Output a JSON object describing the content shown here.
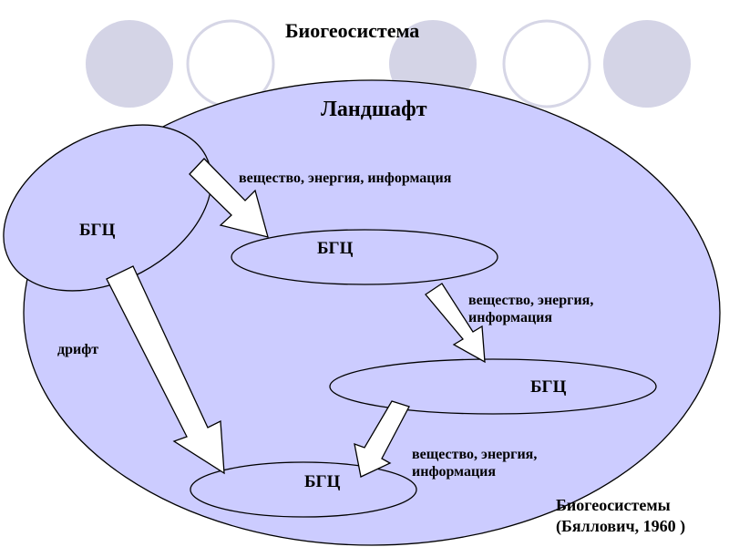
{
  "title": "Биогеосистема",
  "landscape_label": "Ландшафт",
  "nodes": [
    {
      "label": "БГЦ"
    },
    {
      "label": "БГЦ"
    },
    {
      "label": "БГЦ"
    },
    {
      "label": "БГЦ"
    }
  ],
  "flows": [
    {
      "line1": "вещество, энергия, информация"
    },
    {
      "line1": "вещество, энергия,",
      "line2": "информация"
    },
    {
      "line1": "вещество, энергия,",
      "line2": "информация"
    }
  ],
  "drift_label": "дрифт",
  "source": {
    "line1": "Биогеосистемы",
    "line2": "(Бяллович, 1960 )"
  },
  "colors": {
    "fill_lavender": "#ccccff",
    "deco_fill": "#d4d4e6",
    "outline": "#000000",
    "deco_outline": "#d6d6e6"
  }
}
